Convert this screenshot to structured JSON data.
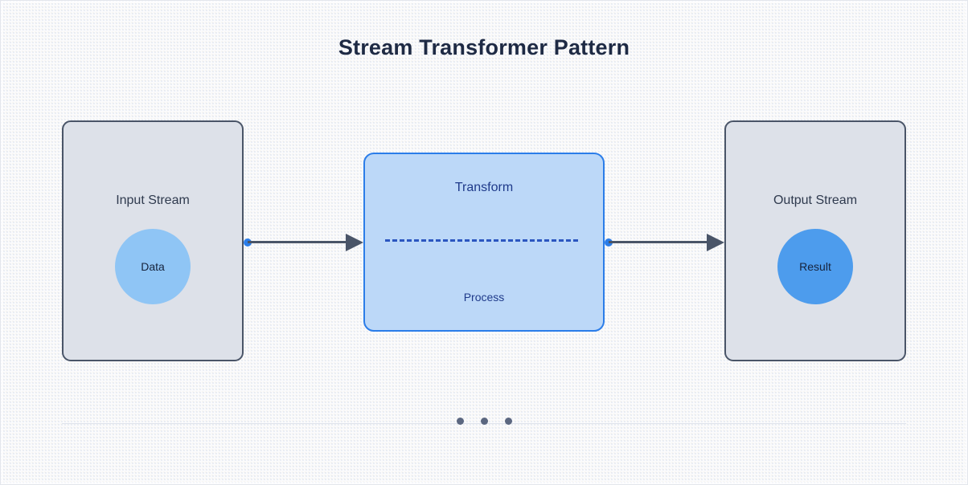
{
  "diagram": {
    "title": "Stream Transformer Pattern",
    "colors": {
      "title_text": "#1e2a44",
      "stream_box_fill": "#dde1e9",
      "stream_box_border": "#4a5568",
      "transform_box_fill": "#bcd8f8",
      "transform_box_border": "#2b7de9",
      "transform_text": "#1f3a8a",
      "dashed_line": "#2b56c0",
      "connector_dot": "#2b7de9",
      "arrow": "#4a5568",
      "data_circle": "#8fc5f5",
      "result_circle": "#4d9ced",
      "footer_dot": "#5b6780",
      "background": "#fbfbfc"
    },
    "nodes": [
      {
        "id": "input-stream",
        "label": "Input Stream",
        "badge": "Data"
      },
      {
        "id": "transform",
        "label": "Transform",
        "sublabel": "Process"
      },
      {
        "id": "output-stream",
        "label": "Output Stream",
        "badge": "Result"
      }
    ],
    "connectors": [
      {
        "id": "input-to-transform",
        "from": "input-stream",
        "to": "transform",
        "style": "arrow"
      },
      {
        "id": "transform-to-output",
        "from": "transform",
        "to": "output-stream",
        "style": "arrow"
      }
    ],
    "footer": {
      "dot_count": 3
    }
  }
}
